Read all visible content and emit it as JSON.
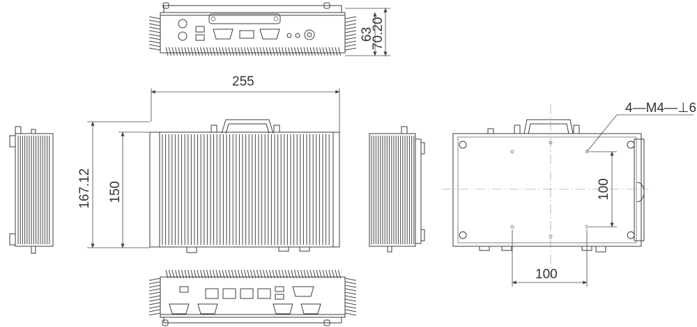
{
  "dimensions": {
    "top_width": "255",
    "left_outer_height": "167.12",
    "left_inner_height": "150",
    "front_height_inner": "63",
    "front_height_outer": "70.20",
    "hole_spacing_vertical": "100",
    "hole_spacing_horizontal": "100"
  },
  "callout": {
    "screw_spec": "4—M4—⊥6"
  }
}
